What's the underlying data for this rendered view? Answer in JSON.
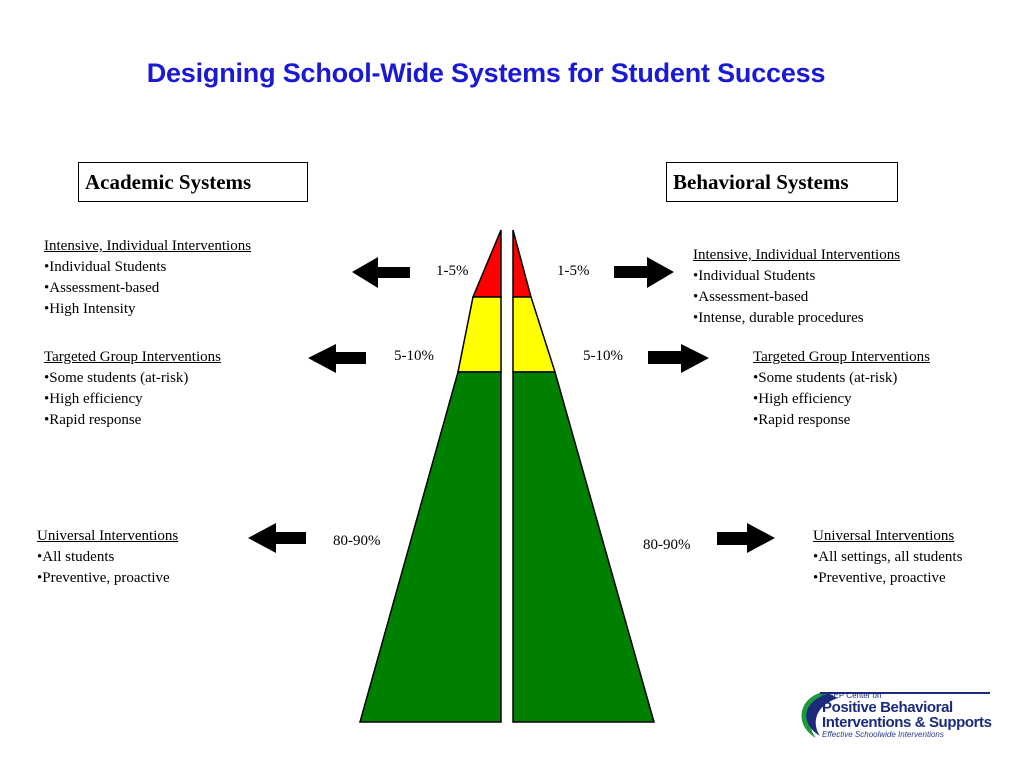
{
  "title": "Designing School-Wide Systems for Student Success",
  "academic": {
    "label": "Academic Systems",
    "tiers": [
      {
        "heading": "Intensive, Individual Interventions",
        "items": [
          "•Individual Students",
          "•Assessment-based",
          "•High Intensity"
        ],
        "percent": "1-5%"
      },
      {
        "heading": "Targeted Group Interventions",
        "items": [
          "•Some students (at-risk)",
          "•High efficiency",
          "•Rapid response"
        ],
        "percent": "5-10%"
      },
      {
        "heading": "Universal Interventions",
        "items": [
          "•All students",
          "•Preventive,  proactive"
        ],
        "percent": "80-90%"
      }
    ]
  },
  "behavioral": {
    "label": "Behavioral Systems",
    "tiers": [
      {
        "heading": "Intensive, Individual Interventions",
        "items": [
          "•Individual Students",
          "•Assessment-based",
          "•Intense, durable procedures"
        ],
        "percent": "1-5%"
      },
      {
        "heading": "Targeted Group Interventions",
        "items": [
          "•Some students (at-risk)",
          "•High efficiency",
          "•Rapid response"
        ],
        "percent": "5-10%"
      },
      {
        "heading": "Universal Interventions",
        "items": [
          "•All settings, all students",
          "•Preventive,  proactive"
        ],
        "percent": "80-90%"
      }
    ]
  },
  "colors": {
    "title": "#1a1ad6",
    "tier_intensive": "#ff0000",
    "tier_targeted": "#ffff00",
    "tier_universal": "#008000",
    "arrow": "#000000"
  },
  "logo": {
    "line1": "OSEP Center on",
    "line2": "Positive Behavioral",
    "line3": "Interventions & Supports",
    "line4": "Effective Schoolwide Interventions"
  }
}
